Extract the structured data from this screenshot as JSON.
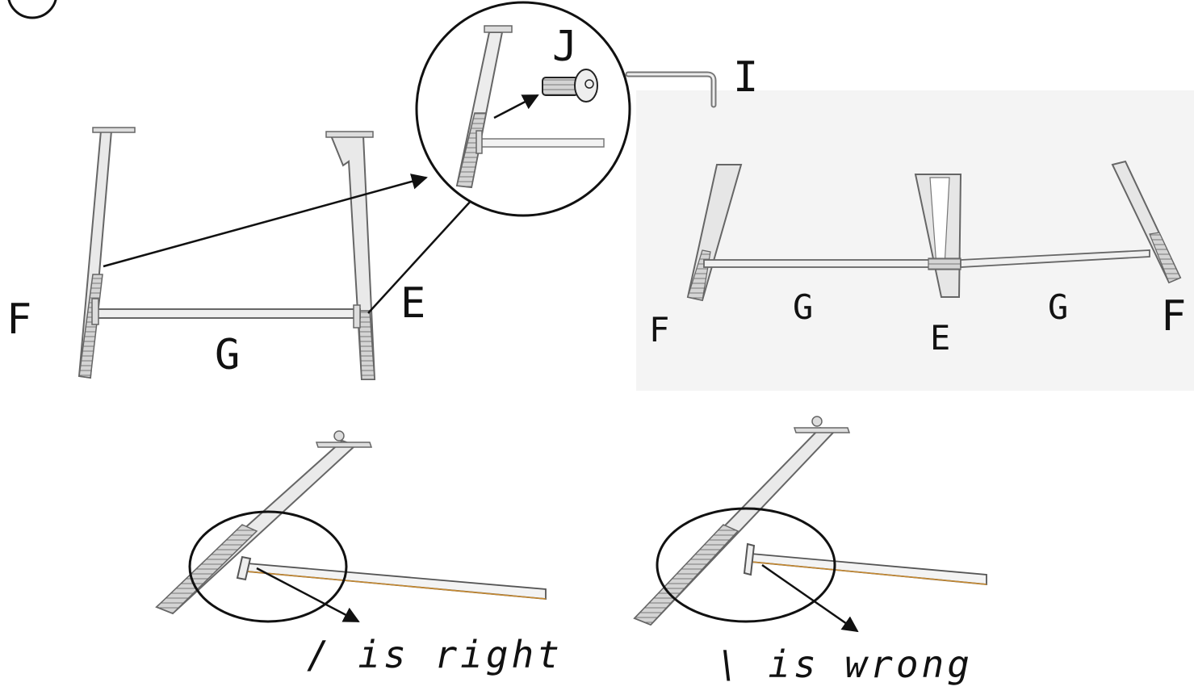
{
  "labels": {
    "top_left": {
      "f": "F",
      "g": "G",
      "e": "E"
    },
    "zoom": {
      "j": "J",
      "i": "I"
    },
    "top_right": {
      "f_left": "F",
      "g_left": "G",
      "e": "E",
      "g_right": "G",
      "f_right": "F"
    }
  },
  "captions": {
    "right": "/ is right",
    "wrong": "\\ is wrong"
  },
  "colors": {
    "line": "#111111",
    "metal": "#b8b8b8",
    "metal_edge": "#6a6a6a",
    "accent": "#c98a2e",
    "panel_bg": "#f4f4f4"
  }
}
